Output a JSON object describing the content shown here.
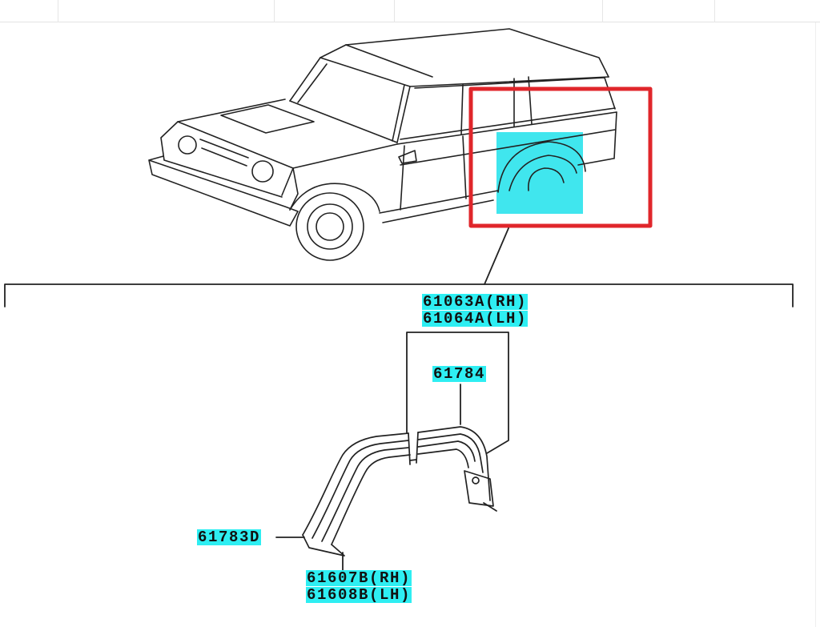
{
  "labels": {
    "part_61063a": "61063A(RH)",
    "part_61064a": "61064A(LH)",
    "part_61784": "61784",
    "part_61783d": "61783D",
    "part_61607b": "61607B(RH)",
    "part_61608b": "61608B(LH)"
  },
  "colors": {
    "label_highlight": "#2eeef2",
    "area_highlight": "#40e6ee",
    "focus_frame": "#e0262b",
    "line_art": "#222222"
  }
}
